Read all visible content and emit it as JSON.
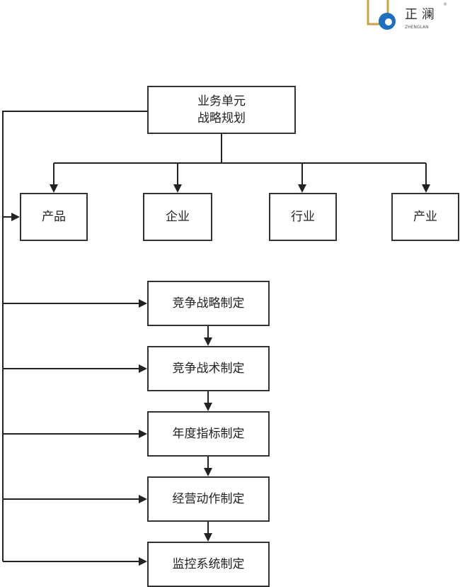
{
  "logo": {
    "brand_cn": "正澜",
    "brand_en": "ZHENGLAN",
    "accent": "#1e6fc0",
    "frame": "#c9a24a"
  },
  "diagram": {
    "root": "业务单元\n战略规划",
    "levels": [
      "产品",
      "企业",
      "行业",
      "产业"
    ],
    "steps": [
      "竞争战略制定",
      "竞争战术制定",
      "年度指标制定",
      "经营动作制定",
      "监控系统制定"
    ]
  }
}
